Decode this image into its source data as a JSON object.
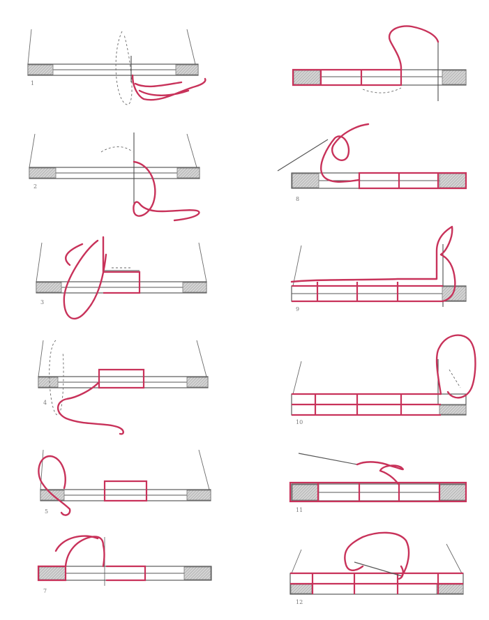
{
  "figure": {
    "colors": {
      "thread": "#c8325a",
      "lines": "#4a4a4a",
      "hatch": "#bdbdbd",
      "background": "#ffffff"
    },
    "panels": [
      {
        "id": "left-1",
        "label": "1"
      },
      {
        "id": "left-2",
        "label": "2"
      },
      {
        "id": "left-3",
        "label": "3"
      },
      {
        "id": "left-4",
        "label": "4"
      },
      {
        "id": "left-5",
        "label": "5"
      },
      {
        "id": "left-6",
        "label": "7"
      },
      {
        "id": "right-1",
        "label": ""
      },
      {
        "id": "right-2",
        "label": "8"
      },
      {
        "id": "right-3",
        "label": "9"
      },
      {
        "id": "right-4",
        "label": "10"
      },
      {
        "id": "right-5",
        "label": "11"
      },
      {
        "id": "right-6",
        "label": "12"
      }
    ]
  }
}
